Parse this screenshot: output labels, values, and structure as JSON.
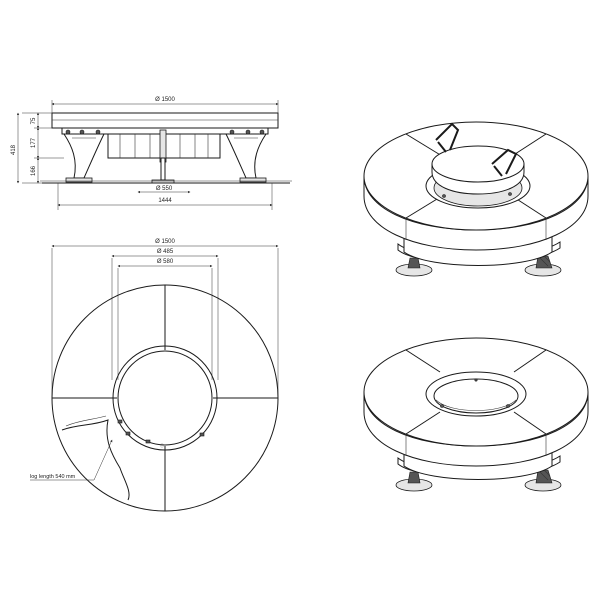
{
  "side_view": {
    "dim_overall_diameter": "Ø 1500",
    "dim_base_diameter": "Ø 550",
    "dim_base_width": "1444",
    "dim_total_height": "418",
    "dim_top_height": "75",
    "dim_mid_height": "177",
    "dim_leg_height": "166"
  },
  "plan_view": {
    "dim_overall_diameter": "Ø 1500",
    "dim_outer_ring": "Ø 485",
    "dim_inner_ring": "Ø 580",
    "note_log_length": "log length 540 mm"
  }
}
